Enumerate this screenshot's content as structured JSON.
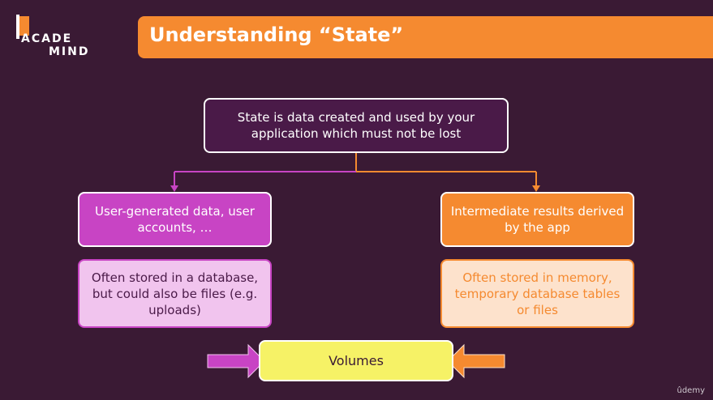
{
  "logo": {
    "line1": "ACADE",
    "line2": "MIND"
  },
  "title": "Understanding “State”",
  "diagram": {
    "top_box": "State is data created and used by your application which must not be lost",
    "left_box": "User-generated data, user accounts, …",
    "left_detail": "Often stored in a database, but could also be files (e.g. uploads)",
    "right_box": "Intermediate results derived by the app",
    "right_detail": "Often stored in memory, temporary database tables or files",
    "bottom_box": "Volumes"
  },
  "watermark": "ûdemy",
  "colors": {
    "background": "#3a1a34",
    "accent_orange": "#f58a30",
    "accent_pink": "#c844c4",
    "volumes_yellow": "#f6f266"
  }
}
